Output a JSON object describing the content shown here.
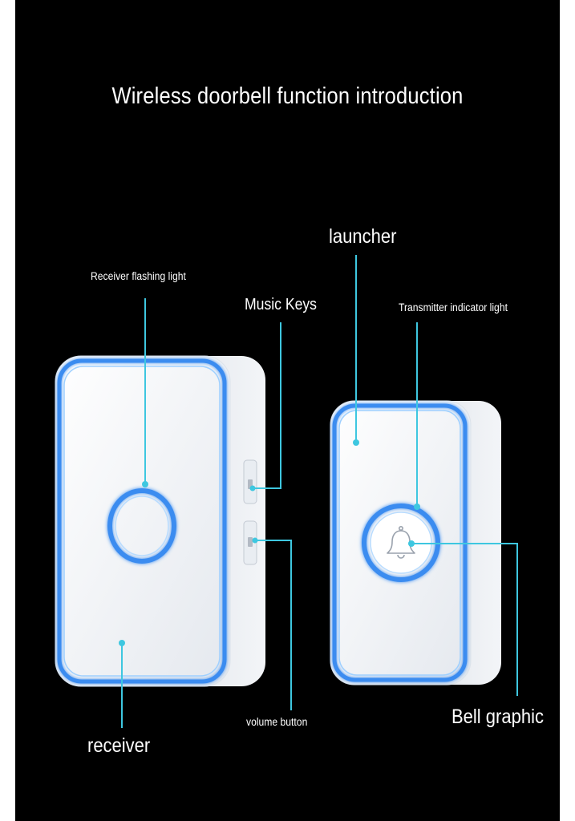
{
  "page": {
    "title": "Wireless doorbell function introduction"
  },
  "labels": {
    "receiver_flashing_light": "Receiver flashing light",
    "music_keys": "Music Keys",
    "launcher": "launcher",
    "transmitter_indicator_light": "Transmitter indicator light",
    "volume_button": "volume button",
    "bell_graphic": "Bell graphic",
    "receiver": "receiver"
  },
  "icons": {
    "bell": "bell-icon"
  },
  "colors": {
    "background": "#000000",
    "callout_line": "#3ec7e0",
    "device_body": "#f4f6f9",
    "glow_ring": "#3a8cf0"
  }
}
